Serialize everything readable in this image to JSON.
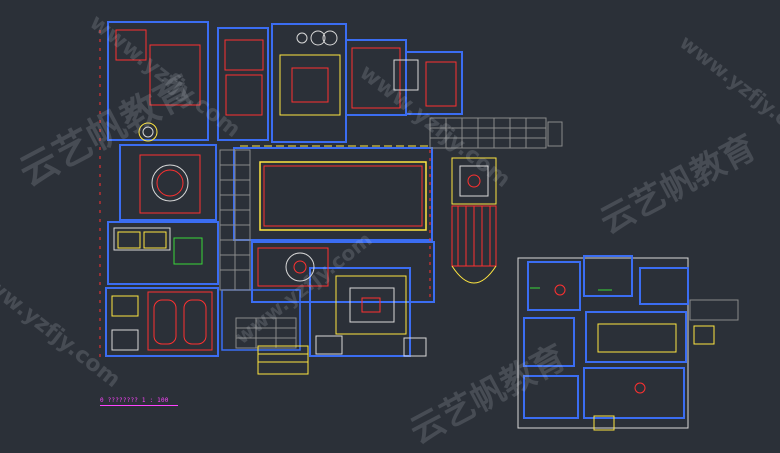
{
  "drawing": {
    "caption": "0 ????????   1 : 100"
  },
  "watermarks": {
    "brand_cn": "云艺帆教育",
    "site": "www.yzfjy.com"
  },
  "colors": {
    "background": "#2b3038",
    "wall_blue": "#3b6df2",
    "line_red": "#ff3030",
    "line_yellow": "#ffe640",
    "line_white": "#d8d8d8",
    "line_green": "#38d838",
    "line_magenta": "#ff44ff",
    "line_cyan": "#38d8d8",
    "hatch_gray": "#8a8a8a"
  }
}
